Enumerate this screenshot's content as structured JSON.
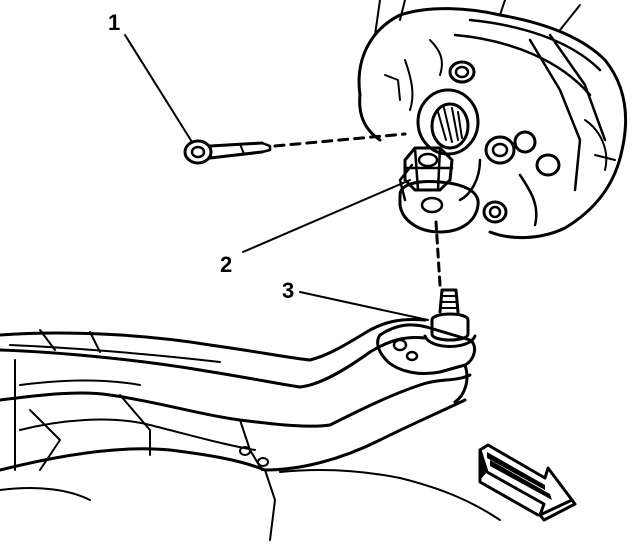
{
  "diagram": {
    "callouts": [
      {
        "id": "1",
        "label": "1"
      },
      {
        "id": "2",
        "label": "2"
      },
      {
        "id": "3",
        "label": "3"
      }
    ],
    "colors": {
      "ink": "#000000",
      "background": "#ffffff"
    },
    "icons": {
      "direction": "front-arrow-icon"
    }
  }
}
